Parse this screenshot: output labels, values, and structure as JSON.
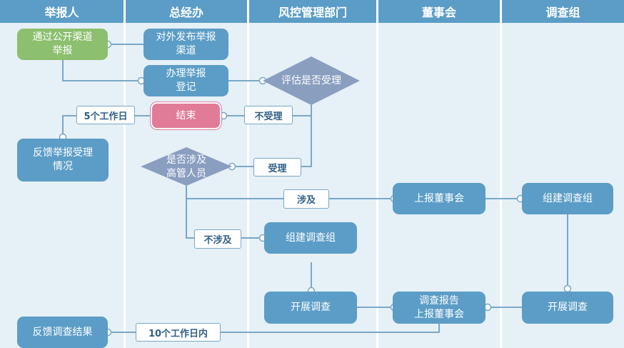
{
  "lanes": [
    "举报人",
    "总经办",
    "风控管理部门",
    "董事会",
    "调查组"
  ],
  "nodes": {
    "public_channel": "通过公开渠道\n举报",
    "publish_channel": "对外发布举报\n渠道",
    "register": "办理举报\n登记",
    "assess": "评估是否受理",
    "end": "结束",
    "feedback_acceptance": "反馈举报受理\n情况",
    "senior_check": "是否涉及\n高管人员",
    "report_board": "上报董事会",
    "form_team_board": "组建调查组",
    "form_team_risk": "组建调查组",
    "investigate_risk": "开展调查",
    "report_result": "调查报告\n上报董事会",
    "investigate_team": "开展调查",
    "feedback_result": "反馈调查结果"
  },
  "edge_labels": {
    "five_days": "5个工作日",
    "not_accepted": "不受理",
    "accepted": "受理",
    "involved": "涉及",
    "not_involved": "不涉及",
    "ten_days": "10个工作日内"
  },
  "colors": {
    "lane_header": "#5b9dc6",
    "lane_bg": "#e6f0f7",
    "node": "#5b9dc6",
    "start": "#8cbf6e",
    "end": "#e07b98",
    "decision": "#8a9ec0",
    "line": "#7aa8c6"
  }
}
